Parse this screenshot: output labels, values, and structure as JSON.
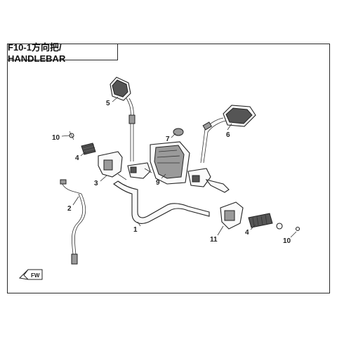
{
  "diagram": {
    "title": "F10-1方向把/ HANDLEBAR",
    "callouts": {
      "p1": "1",
      "p2": "2",
      "p3": "3",
      "p4a": "4",
      "p4b": "4",
      "p5": "5",
      "p6": "6",
      "p7": "7",
      "p9": "9",
      "p10a": "10",
      "p10b": "10",
      "p11": "11"
    },
    "stamp": "FW"
  }
}
